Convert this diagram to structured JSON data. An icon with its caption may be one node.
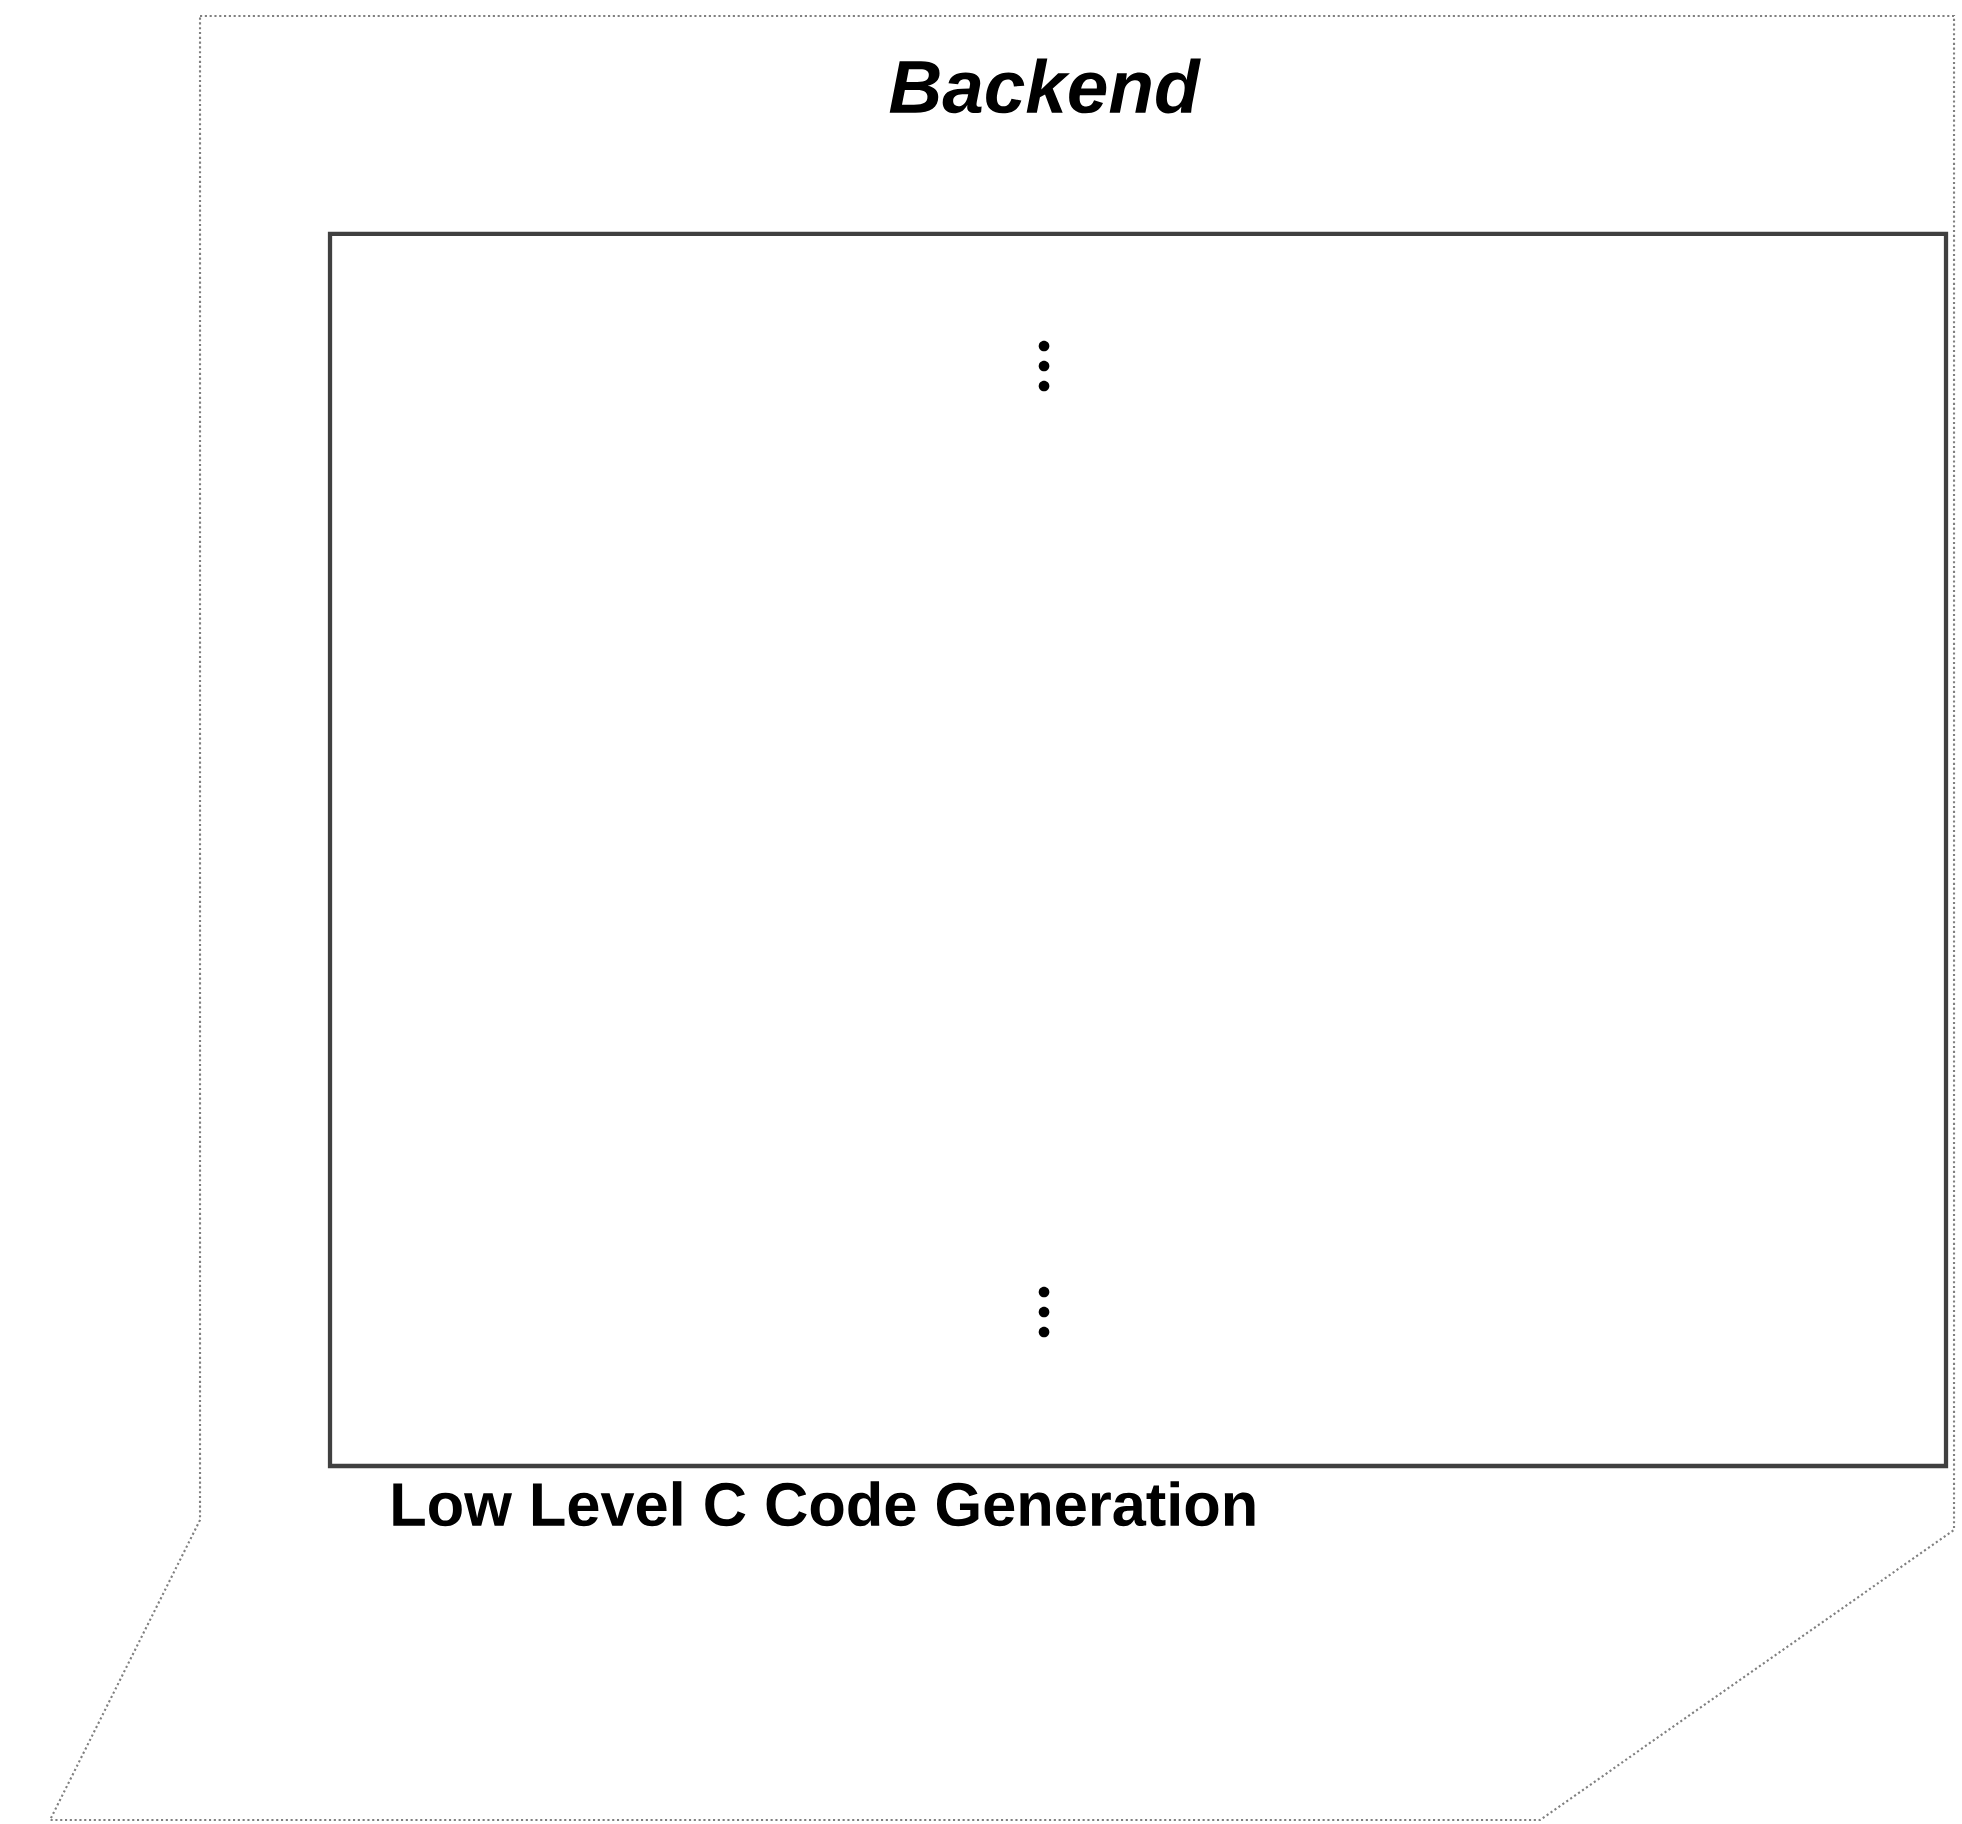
{
  "diagram": {
    "nodes": [
      {
        "text": [
          "Backend"
        ]
      },
      {
        "text": [
          "Low Level C Code Generation"
        ],
        "in": 0
      }
    ]
  }
}
